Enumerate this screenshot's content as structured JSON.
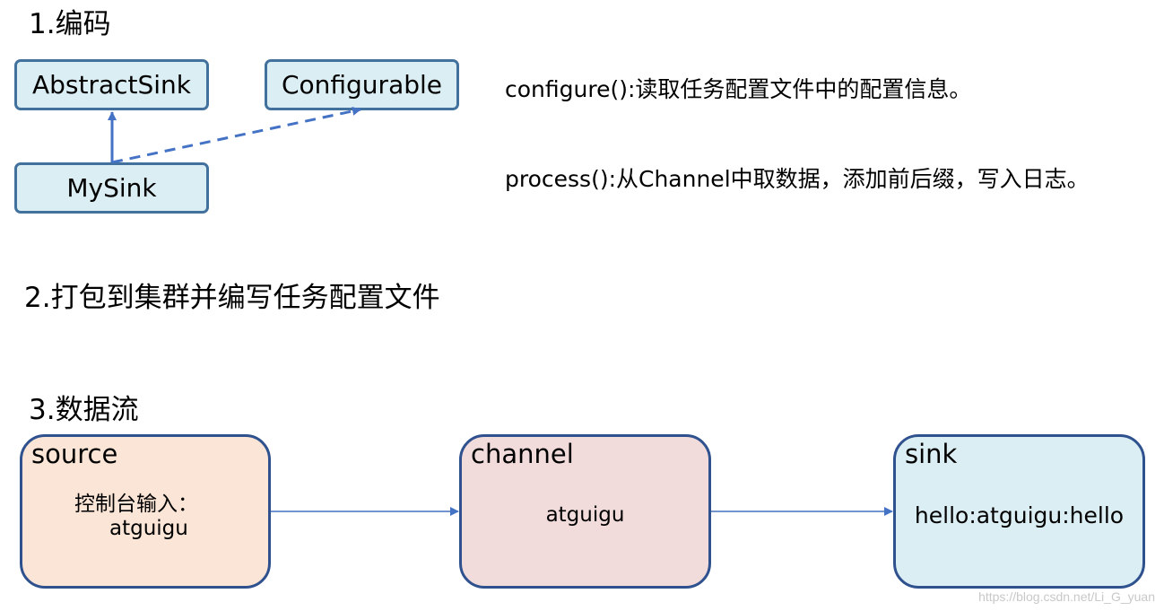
{
  "colors": {
    "class_fill": "#dbeef4",
    "class_border": "#41719c",
    "arrow": "#4472c4",
    "source_fill": "#fbe5d6",
    "channel_fill": "#f2dcdb",
    "sink_fill": "#dbeef4",
    "flow_border": "#2f528f"
  },
  "section1": {
    "heading": "1.编码",
    "classes": {
      "abstract_sink": "AbstractSink",
      "configurable": "Configurable",
      "my_sink": "MySink"
    },
    "notes": {
      "configure": "configure():读取任务配置文件中的配置信息。",
      "process": "process():从Channel中取数据，添加前后缀，写入日志。"
    }
  },
  "section2": {
    "heading": "2.打包到集群并编写任务配置文件"
  },
  "section3": {
    "heading": "3.数据流",
    "source": {
      "title": "source",
      "line1": "控制台输入：",
      "line2": "atguigu"
    },
    "channel": {
      "title": "channel",
      "text": "atguigu"
    },
    "sink": {
      "title": "sink",
      "text": "hello:atguigu:hello"
    }
  },
  "watermark": "https://blog.csdn.net/Li_G_yuan"
}
